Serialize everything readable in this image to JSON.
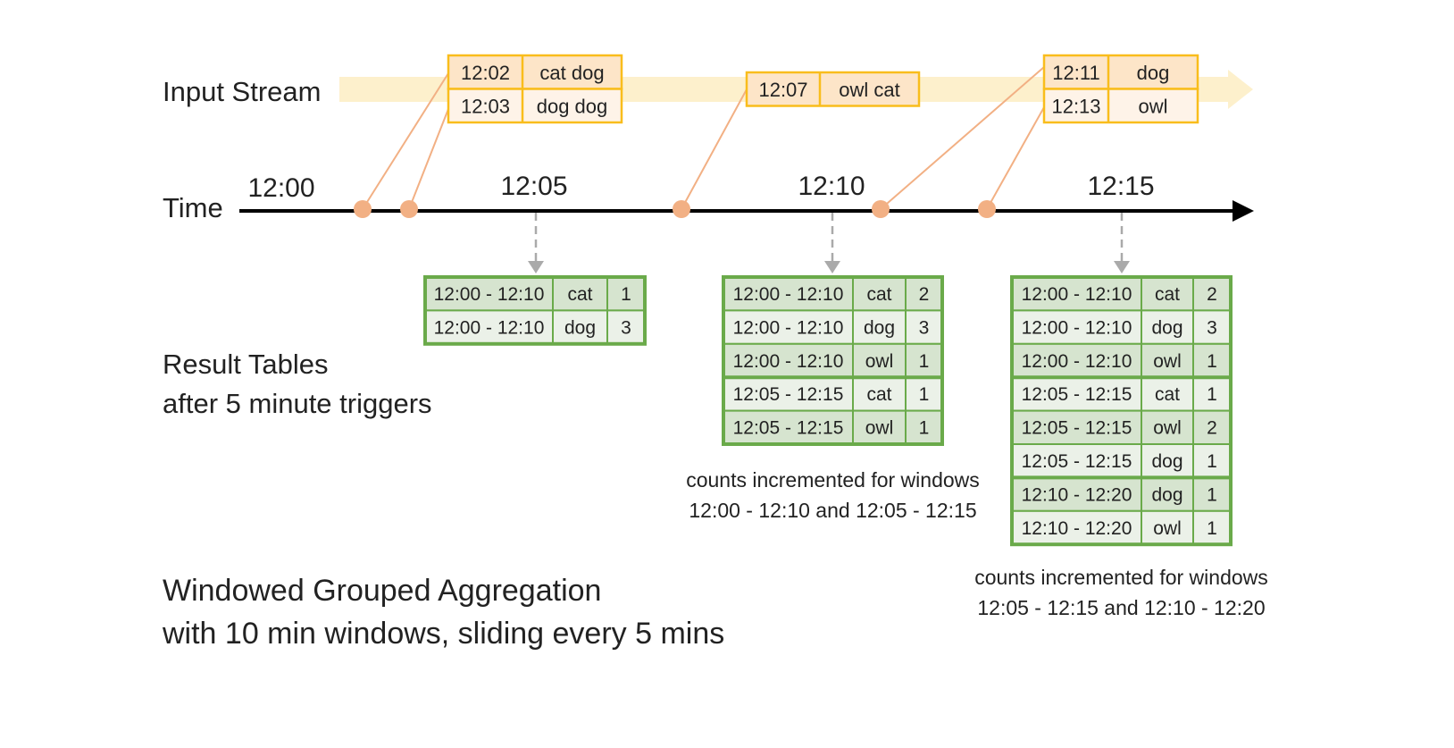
{
  "labels": {
    "input_stream": "Input Stream",
    "time": "Time",
    "result_tables_1": "Result Tables",
    "result_tables_2": "after 5 minute triggers",
    "title_1": "Windowed Grouped Aggregation",
    "title_2": "with 10 min windows, sliding every 5 mins"
  },
  "time_ticks": [
    "12:00",
    "12:05",
    "12:10",
    "12:15"
  ],
  "input_events": [
    {
      "rows": [
        [
          "12:02",
          "cat dog"
        ],
        [
          "12:03",
          "dog dog"
        ]
      ]
    },
    {
      "rows": [
        [
          "12:07",
          "owl cat"
        ]
      ]
    },
    {
      "rows": [
        [
          "12:11",
          "dog"
        ],
        [
          "12:13",
          "owl"
        ]
      ]
    }
  ],
  "result_tables": [
    {
      "trigger": "12:05",
      "rows": [
        [
          "12:00 - 12:10",
          "cat",
          "1"
        ],
        [
          "12:00 - 12:10",
          "dog",
          "3"
        ]
      ]
    },
    {
      "trigger": "12:10",
      "rows": [
        [
          "12:00 - 12:10",
          "cat",
          "2"
        ],
        [
          "12:00 - 12:10",
          "dog",
          "3"
        ],
        [
          "12:00 - 12:10",
          "owl",
          "1"
        ],
        [
          "12:05 - 12:15",
          "cat",
          "1"
        ],
        [
          "12:05 - 12:15",
          "owl",
          "1"
        ]
      ],
      "caption": [
        "counts incremented for windows",
        "12:00 - 12:10 and 12:05 - 12:15"
      ]
    },
    {
      "trigger": "12:15",
      "rows": [
        [
          "12:00 - 12:10",
          "cat",
          "2"
        ],
        [
          "12:00 - 12:10",
          "dog",
          "3"
        ],
        [
          "12:00 - 12:10",
          "owl",
          "1"
        ],
        [
          "12:05 - 12:15",
          "cat",
          "1"
        ],
        [
          "12:05 - 12:15",
          "owl",
          "2"
        ],
        [
          "12:05 - 12:15",
          "dog",
          "1"
        ],
        [
          "12:10 - 12:20",
          "dog",
          "1"
        ],
        [
          "12:10 - 12:20",
          "owl",
          "1"
        ]
      ],
      "caption": [
        "counts incremented for windows",
        "12:05 - 12:15 and 12:10 - 12:20"
      ]
    }
  ],
  "colors": {
    "stream_band": "#fdf0cc",
    "event_border": "#f9bd1c",
    "event_row_dark": "#fde5c8",
    "event_row_light": "#fef3e8",
    "event_dot": "#f2b084",
    "table_border": "#6aaa4a",
    "table_row_dark": "#d6e4cf",
    "table_row_light": "#ebf1e8",
    "trigger_arrow": "#aaaaaa"
  }
}
